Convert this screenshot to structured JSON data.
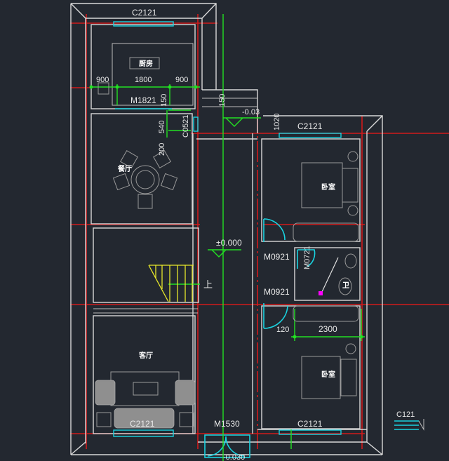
{
  "drawing": {
    "type": "ground floor plan",
    "background_color": "#232830",
    "colors": {
      "wall": "#d8d8d8",
      "axis_line": "#d11a1a",
      "dimension": "#22e022",
      "window_door": "#19d3e0",
      "stair": "#e8e82a",
      "furniture": "#9a9a9a"
    }
  },
  "rooms": {
    "kitchen": "厨房",
    "dining": "餐厅",
    "living": "客厅",
    "bedroom_top": "卧室",
    "bedroom_bottom": "卧室",
    "bathroom": "卫"
  },
  "windows": {
    "kitchen_top": "C2121",
    "bedroom_top": "C2121",
    "living_bottom": "C2121",
    "bedroom_bottom": "C2121",
    "dining_side": "C0521",
    "legend_symbol": "C121"
  },
  "doors": {
    "kitchen": "M1821",
    "bedroom_top": "M0921",
    "bedroom_bottom": "M0921",
    "bathroom": "M0721",
    "entry": "M1530"
  },
  "dimensions": {
    "kitchen_left": "900",
    "kitchen_center": "1800",
    "kitchen_right": "900",
    "kitchen_door_side": "150",
    "dining_540": "540",
    "dining_200": "200",
    "step_150": "150",
    "bedroom_top_sill": "1020",
    "bedroom_bottom_120": "120",
    "bedroom_bottom_2300": "2300"
  },
  "elevations": {
    "corridor": "±0.000",
    "step": "-0.03",
    "entry": "-0.030"
  },
  "annotations": {
    "stair_up": "上"
  }
}
